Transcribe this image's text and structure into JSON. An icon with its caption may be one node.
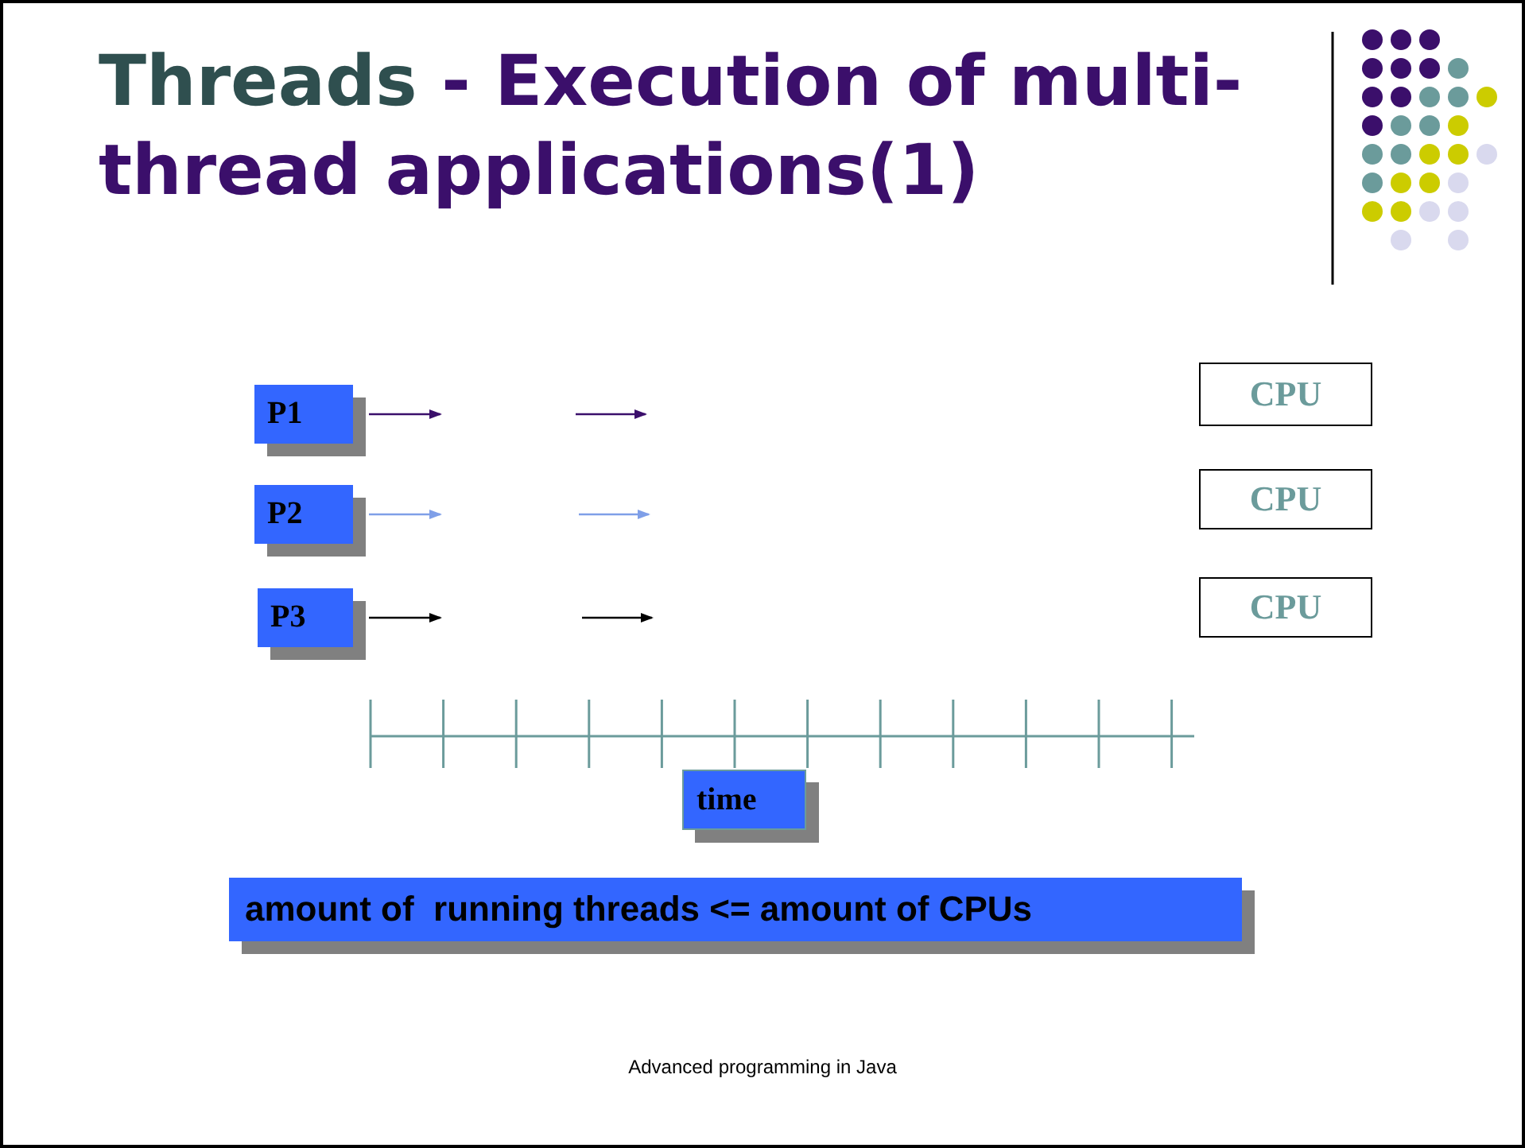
{
  "diagram": {
    "title": "Threads - Execution of multi-thread applications(1)",
    "nodes": [
      {
        "text": [
          "P1"
        ]
      },
      {
        "text": [
          "P2"
        ]
      },
      {
        "text": [
          "P3"
        ]
      },
      {
        "text": [
          "CPU"
        ]
      },
      {
        "text": [
          "CPU"
        ]
      },
      {
        "text": [
          "CPU"
        ]
      },
      {
        "text": [
          "time"
        ]
      },
      {
        "text": [
          "amount of  running threads <= amount of CPUs"
        ]
      }
    ],
    "edges": [
      {
        "from": 0,
        "to": null,
        "arrow": "to",
        "color": "#3b0f6b"
      },
      {
        "from": 1,
        "to": null,
        "arrow": "to",
        "color": "#7f9fe8"
      },
      {
        "from": 2,
        "to": null,
        "arrow": "to",
        "color": "#000000"
      }
    ],
    "labels": [
      "Advanced programming in Java"
    ]
  }
}
